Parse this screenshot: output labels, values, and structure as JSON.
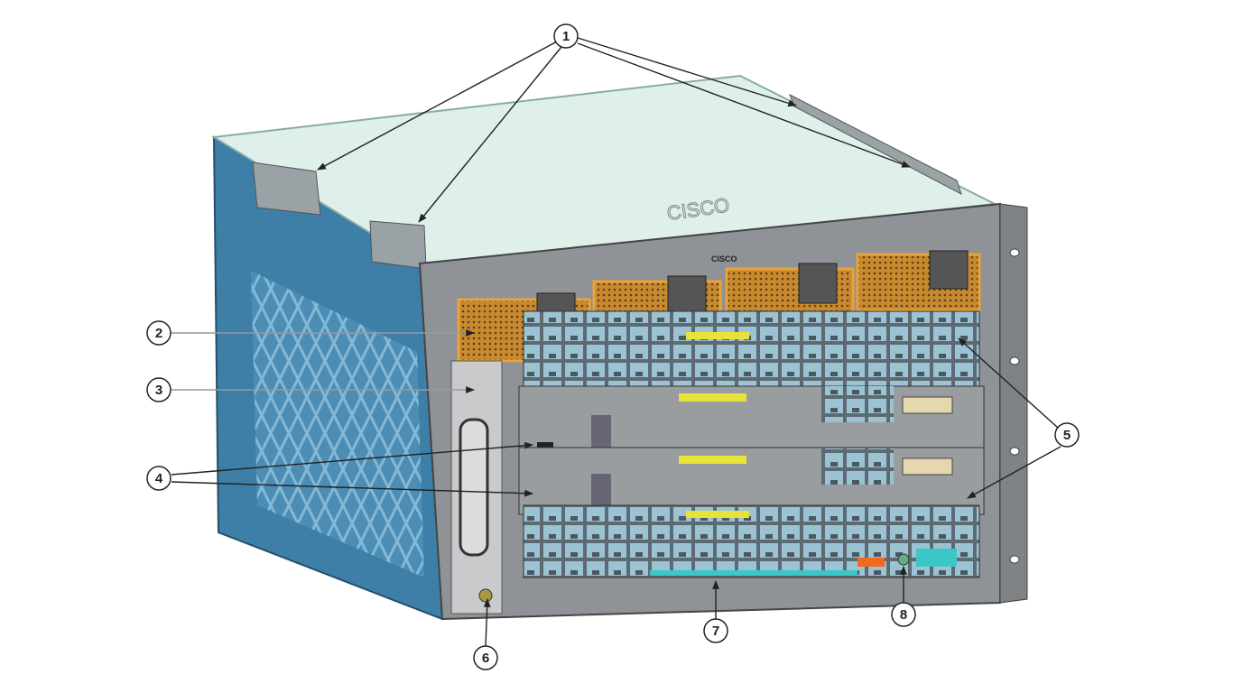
{
  "diagram": {
    "logo_text": "CISCO",
    "callouts": [
      {
        "label": "1"
      },
      {
        "label": "2"
      },
      {
        "label": "3"
      },
      {
        "label": "4"
      },
      {
        "label": "5"
      },
      {
        "label": "6"
      },
      {
        "label": "7"
      },
      {
        "label": "8"
      }
    ],
    "colors": {
      "side_panel": "#3d7fa6",
      "top_panel": "#dff0ea",
      "front_panel": "#8f9296",
      "power_supply": "#e8a33a",
      "port": "#8fb7c9",
      "accent_yellow": "#e8e23a",
      "accent_orange": "#f06a1e",
      "accent_cyan": "#3cc7c7"
    }
  }
}
